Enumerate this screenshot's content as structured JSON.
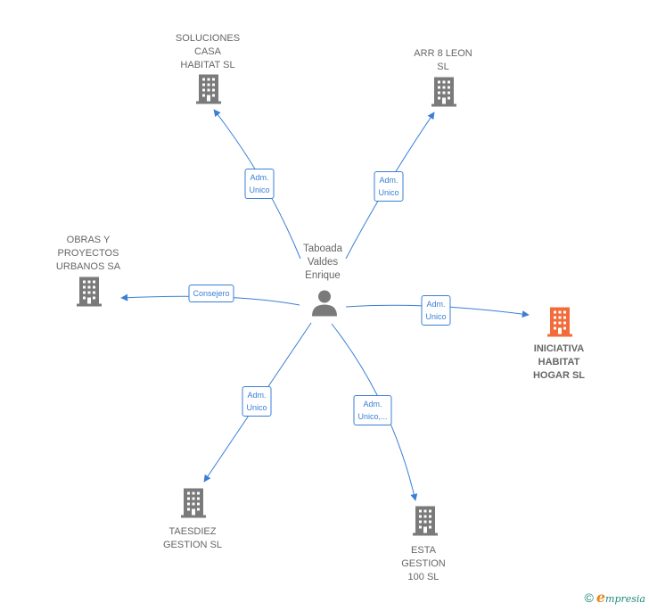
{
  "center": {
    "label": "Taboada\nValdes\nEnrique"
  },
  "companies": [
    {
      "id": "soluciones",
      "label": "SOLUCIONES\nCASA\nHABITAT  SL",
      "highlight": false
    },
    {
      "id": "arr8",
      "label": "ARR 8 LEON\nSL",
      "highlight": false
    },
    {
      "id": "obras",
      "label": "OBRAS Y\nPROYECTOS\nURBANOS SA",
      "highlight": false
    },
    {
      "id": "iniciativa",
      "label": "INICIATIVA\nHABITAT\nHOGAR  SL",
      "highlight": true
    },
    {
      "id": "taesdiez",
      "label": "TAESDIEZ\nGESTION SL",
      "highlight": false
    },
    {
      "id": "esta",
      "label": "ESTA\nGESTION\n100 SL",
      "highlight": false
    }
  ],
  "relations": [
    {
      "to": "soluciones",
      "label": "Adm.\nUnico"
    },
    {
      "to": "arr8",
      "label": "Adm.\nUnico"
    },
    {
      "to": "obras",
      "label": "Consejero"
    },
    {
      "to": "iniciativa",
      "label": "Adm.\nUnico"
    },
    {
      "to": "taesdiez",
      "label": "Adm.\nUnico"
    },
    {
      "to": "esta",
      "label": "Adm.\nUnico,..."
    }
  ],
  "colors": {
    "link": "#3a7fd5",
    "building": "#7a7a7a",
    "building_highlight": "#f26b3a",
    "person": "#7a7a7a"
  },
  "icons": {
    "company": "building-icon",
    "person": "person-icon",
    "copyright": "copyright-icon"
  },
  "footer": {
    "copyright": "©",
    "brand_initial": "e",
    "brand_rest": "mpresia"
  }
}
